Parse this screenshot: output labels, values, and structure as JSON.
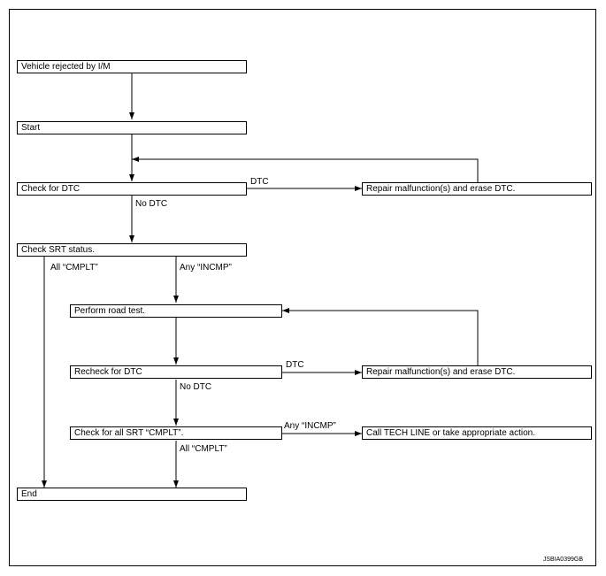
{
  "steps": {
    "rejected": "Vehicle rejected by I/M",
    "start": "Start",
    "check_dtc": "Check for DTC",
    "repair_1": "Repair malfunction(s) and erase DTC.",
    "check_srt": "Check SRT status.",
    "road_test": "Perform road test.",
    "recheck_dtc": "Recheck for DTC",
    "repair_2": "Repair malfunction(s) and erase DTC.",
    "check_all_srt": "Check for all SRT “CMPLT”.",
    "call_tech": "Call TECH LINE or take appropriate action.",
    "end": "End"
  },
  "labels": {
    "dtc_1": "DTC",
    "no_dtc_1": "No DTC",
    "all_cmplt_1": "All “CMPLT”",
    "any_incmp_1": "Any “INCMP”",
    "dtc_2": "DTC",
    "no_dtc_2": "No DTC",
    "any_incmp_2": "Any “INCMP”",
    "all_cmplt_2": "All “CMPLT”"
  },
  "figure_code": "JSBIA0399GB"
}
